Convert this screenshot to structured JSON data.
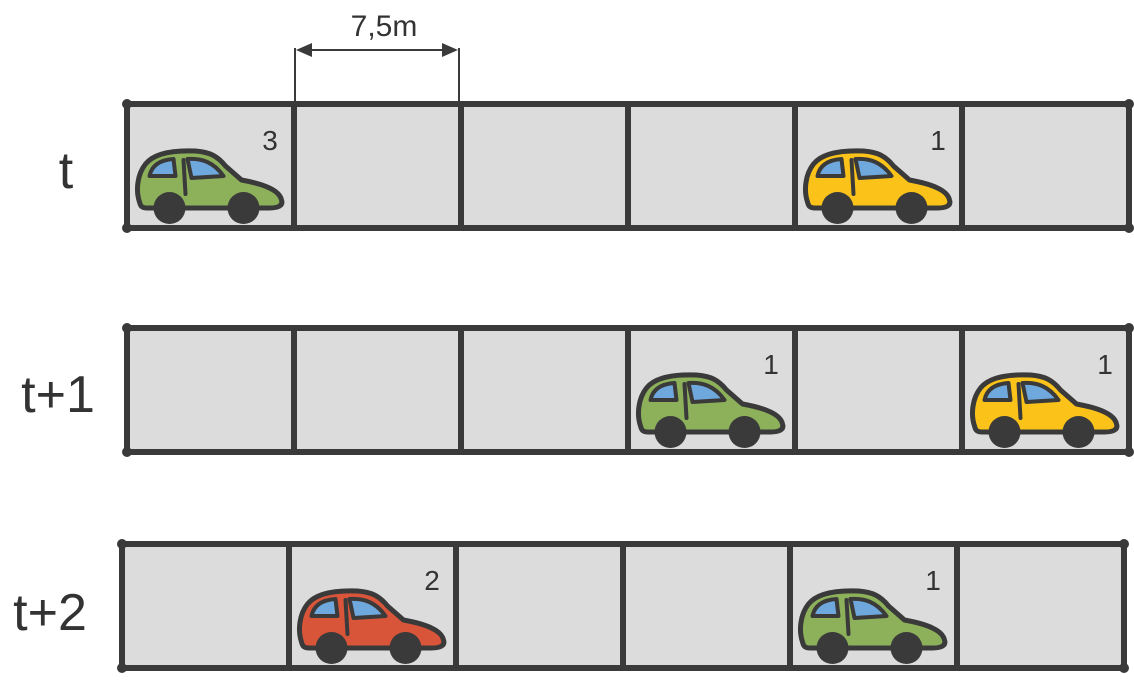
{
  "cell_size_label": "7,5m",
  "cells_per_row": 6,
  "colors": {
    "cell_fill": "#dcdcdc",
    "cell_stroke": "#3a3a3a",
    "window": "#6fa8dc",
    "wheel": "#3a3a3a"
  },
  "rows": [
    {
      "label": "t",
      "cars": [
        {
          "cell": 0,
          "speed": "3",
          "color": "green",
          "fill": "#8db05a"
        },
        {
          "cell": 4,
          "speed": "1",
          "color": "yellow",
          "fill": "#fbc31a"
        }
      ]
    },
    {
      "label": "t+1",
      "cars": [
        {
          "cell": 3,
          "speed": "1",
          "color": "green",
          "fill": "#8db05a"
        },
        {
          "cell": 5,
          "speed": "1",
          "color": "yellow",
          "fill": "#fbc31a"
        }
      ]
    },
    {
      "label": "t+2",
      "cars": [
        {
          "cell": 1,
          "speed": "2",
          "color": "red",
          "fill": "#d9553a"
        },
        {
          "cell": 4,
          "speed": "1",
          "color": "green",
          "fill": "#8db05a"
        }
      ]
    }
  ]
}
